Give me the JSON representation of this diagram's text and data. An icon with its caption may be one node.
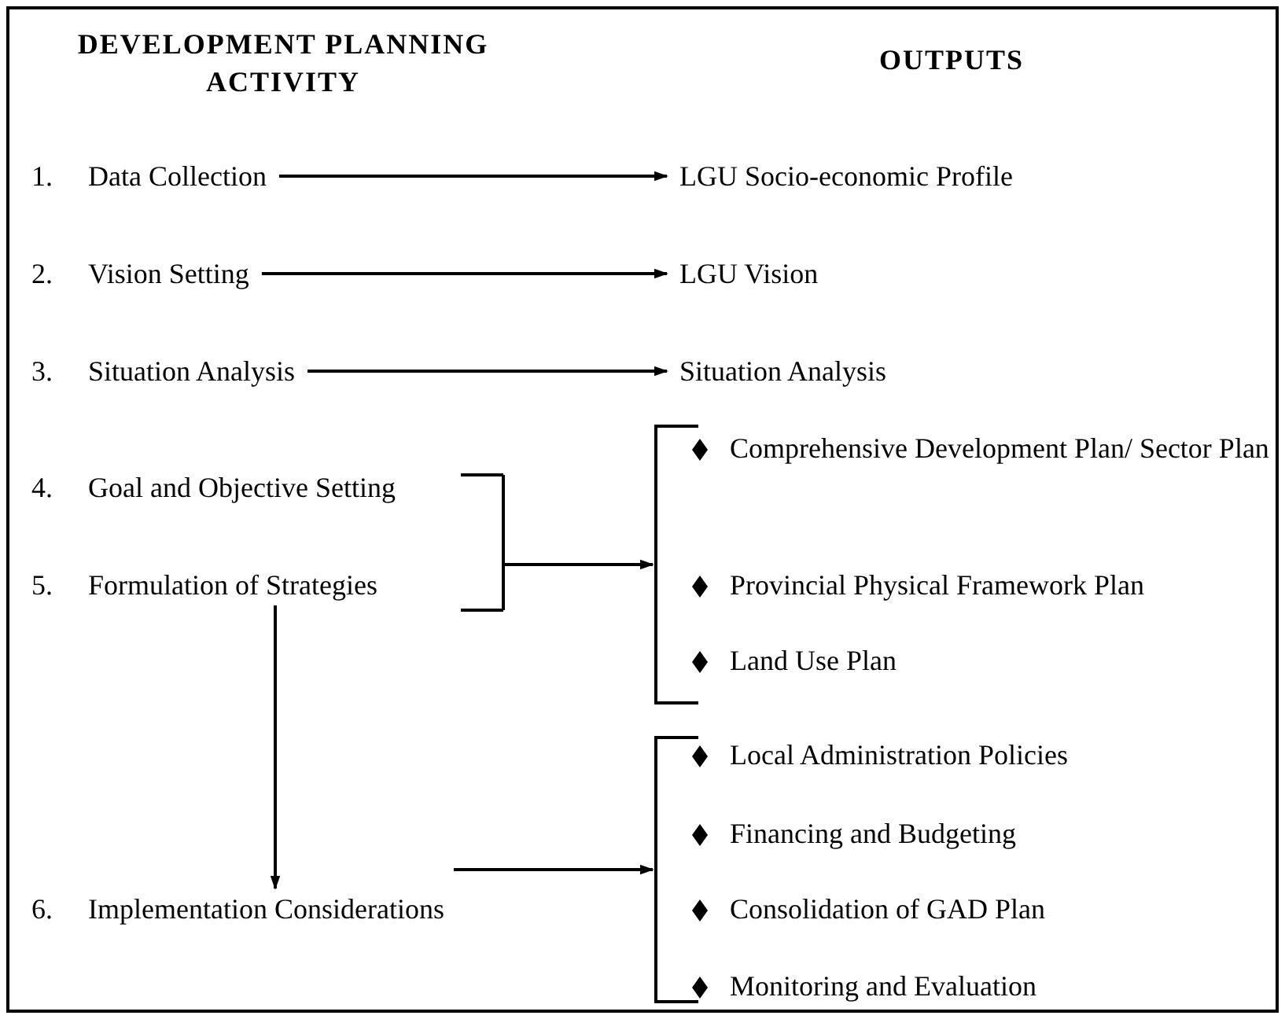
{
  "diagram": {
    "nodes": [
      {
        "text": [
          "1.",
          "Data Collection"
        ]
      },
      {
        "text": [
          "LGU Socio-economic Profile"
        ]
      },
      {
        "text": [
          "2.",
          "Vision Setting"
        ]
      },
      {
        "text": [
          "LGU Vision"
        ]
      },
      {
        "text": [
          "3.",
          "Situation Analysis"
        ]
      },
      {
        "text": [
          "Situation Analysis"
        ]
      },
      {
        "text": [
          "4.",
          "Goal and Objective Setting"
        ]
      },
      {
        "text": [],
        "shape": "bracket"
      },
      {
        "text": [
          "Comprehensive Development Plan/ Sector Plan"
        ]
      },
      {
        "text": [
          "5.",
          "Formulation of Strategies"
        ]
      },
      {
        "text": [
          "Provincial Physical Framework Plan"
        ]
      },
      {
        "text": [
          "Land Use Plan"
        ]
      },
      {
        "text": [],
        "shape": "bracket"
      },
      {
        "text": [
          "Local Administration Policies"
        ]
      },
      {
        "text": [
          "Financing and Budgeting"
        ]
      },
      {
        "text": [
          "6.",
          "Implementation Considerations"
        ]
      },
      {
        "text": [
          "Consolidation of GAD Plan"
        ]
      },
      {
        "text": [
          "Monitoring and Evaluation"
        ]
      }
    ],
    "edges": [
      {
        "from": 0,
        "to": 1,
        "arrow": "to"
      },
      {
        "from": 2,
        "to": 3,
        "arrow": "to"
      },
      {
        "from": 4,
        "to": 5,
        "arrow": "to"
      },
      {
        "from": 6,
        "to": 7,
        "arrow": "to"
      },
      {
        "from": 9,
        "to": 7,
        "arrow": "to"
      },
      {
        "from": 9,
        "to": 15,
        "arrow": "to"
      },
      {
        "from": 15,
        "to": 12,
        "arrow": "to"
      }
    ],
    "labels": [
      "DEVELOPMENT PLANNING ACTIVITY",
      "OUTPUTS"
    ]
  }
}
